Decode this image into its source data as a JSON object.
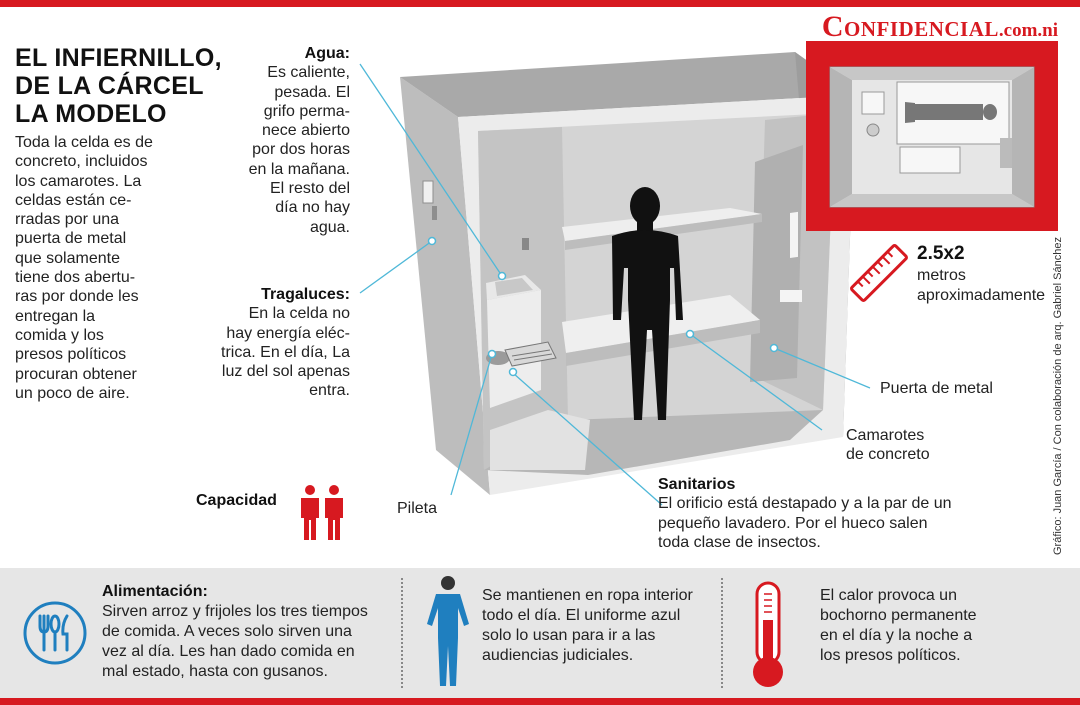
{
  "brand": {
    "name": "Confidencial",
    "domain": ".com.ni",
    "color": "#d71920"
  },
  "title_lines": [
    "EL INFIERNILLO,",
    "DE LA CÁRCEL",
    "LA MODELO"
  ],
  "intro_lines": [
    "Toda la celda es de",
    "concreto, incluidos",
    "los camarotes. La",
    "celdas están ce-",
    "rradas por una",
    "puerta de metal",
    "que solamente",
    "tiene dos abertu-",
    "ras por donde les",
    "entregan la",
    "comida y los",
    "presos políticos",
    "procuran obtener",
    "un poco de aire."
  ],
  "agua": {
    "title": "Agua:",
    "lines": [
      "Es caliente,",
      "pesada. El",
      "grifo perma-",
      "nece abierto",
      "por dos horas",
      "en la mañana.",
      "El resto del",
      "día no hay",
      "agua."
    ]
  },
  "tragaluces": {
    "title": "Tragaluces:",
    "lines": [
      "En la celda no",
      "hay energía eléc-",
      "trica. En el día, La",
      "luz del sol apenas",
      "entra."
    ]
  },
  "sanitarios": {
    "title": "Sanitarios",
    "lines": [
      "El orificio está destapado y a la par de un",
      "pequeño lavadero. Por el hueco salen",
      "toda clase de insectos."
    ]
  },
  "labels": {
    "puerta": "Puerta de metal",
    "camarotes": [
      "Camarotes",
      "de concreto"
    ],
    "pileta": "Pileta",
    "capacidad": "Capacidad"
  },
  "measure": {
    "value": "2.5x2",
    "unit_lines": [
      "metros",
      "aproximadamente"
    ]
  },
  "credit": "Gráfico: Juan García / Con colaboración de arq. Gabriel Sánchez",
  "bottom": {
    "alimentacion": {
      "title": "Alimentación:",
      "lines": [
        "Sirven arroz y frijoles los tres tiempos",
        "de comida. A veces solo sirven una",
        "vez al día. Les han dado comida en",
        "mal estado, hasta con gusanos."
      ]
    },
    "ropa": {
      "lines": [
        "Se mantienen en ropa interior",
        "todo el día. El uniforme azul",
        "solo lo usan para ir a las",
        "audiencias judiciales."
      ]
    },
    "calor": {
      "lines": [
        "El calor provoca un",
        "bochorno permanente",
        "en el día y la noche a",
        "los presos políticos."
      ]
    }
  },
  "icons": {
    "capacity": "two-people-icon",
    "ruler": "ruler-icon",
    "food": "utensils-icon",
    "uniform": "uniform-person-icon",
    "heat": "thermometer-icon"
  },
  "colors": {
    "accent": "#d71920",
    "line": "#4fb8d8",
    "uniform": "#1f7fbf",
    "panel": "#e6e6e6"
  }
}
